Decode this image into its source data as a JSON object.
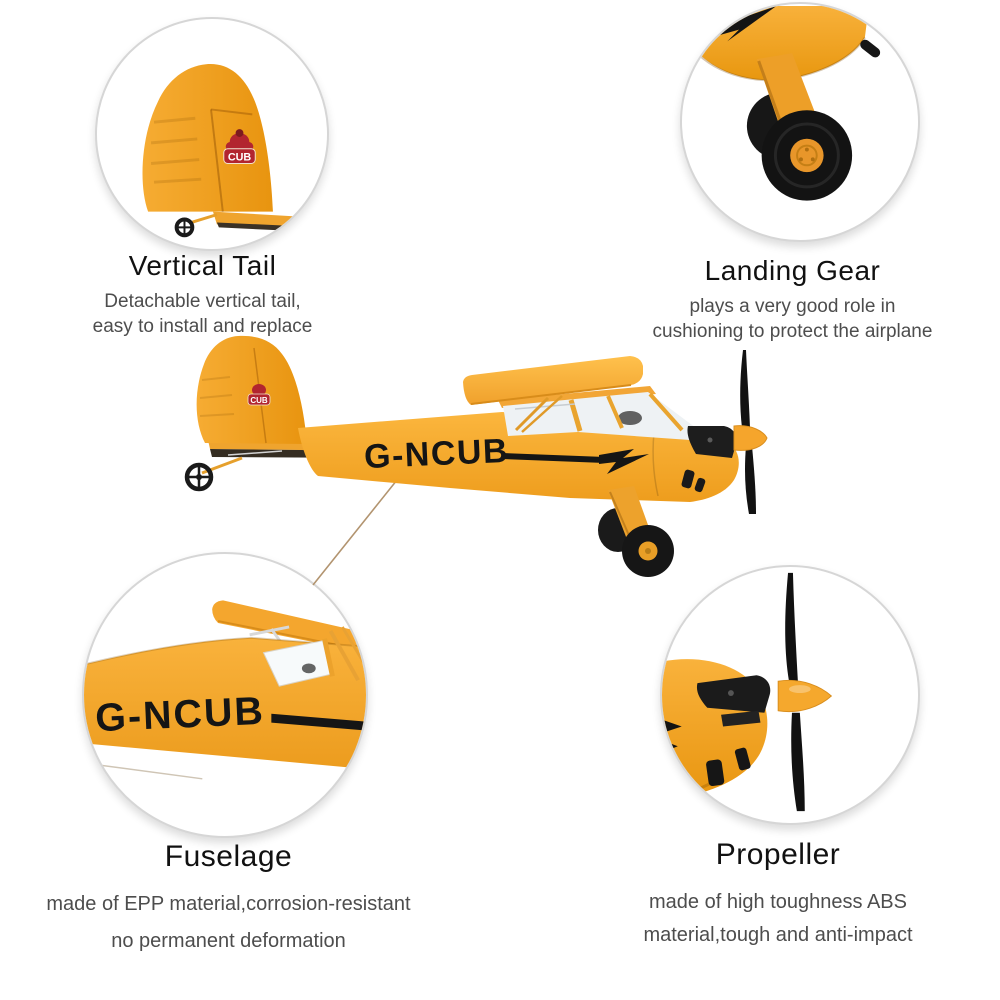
{
  "callouts": {
    "vertical_tail": {
      "title": "Vertical Tail",
      "line1": "Detachable vertical tail,",
      "line2": "easy to install and replace"
    },
    "landing_gear": {
      "title": "Landing Gear",
      "line1": "plays a very good role in",
      "line2": "cushioning to protect the airplane"
    },
    "fuselage": {
      "title": "Fuselage",
      "line1": "made of EPP material,corrosion-resistant",
      "line2": "no permanent deformation"
    },
    "propeller": {
      "title": "Propeller",
      "line1": "made of high toughness ABS",
      "line2": "material,tough and anti-impact"
    }
  },
  "airplane": {
    "registration": "G-NCUB",
    "tail_logo": "CUB"
  },
  "colors": {
    "body_yellow": "#F5A72B",
    "body_highlight": "#FFC052",
    "body_shadow": "#E08E1B",
    "marking_black": "#161616",
    "logo_red": "#B2252F",
    "circle_border": "#d6d6d6",
    "heading_text": "#111111",
    "description_text": "#4d4d4d",
    "background": "#ffffff"
  }
}
